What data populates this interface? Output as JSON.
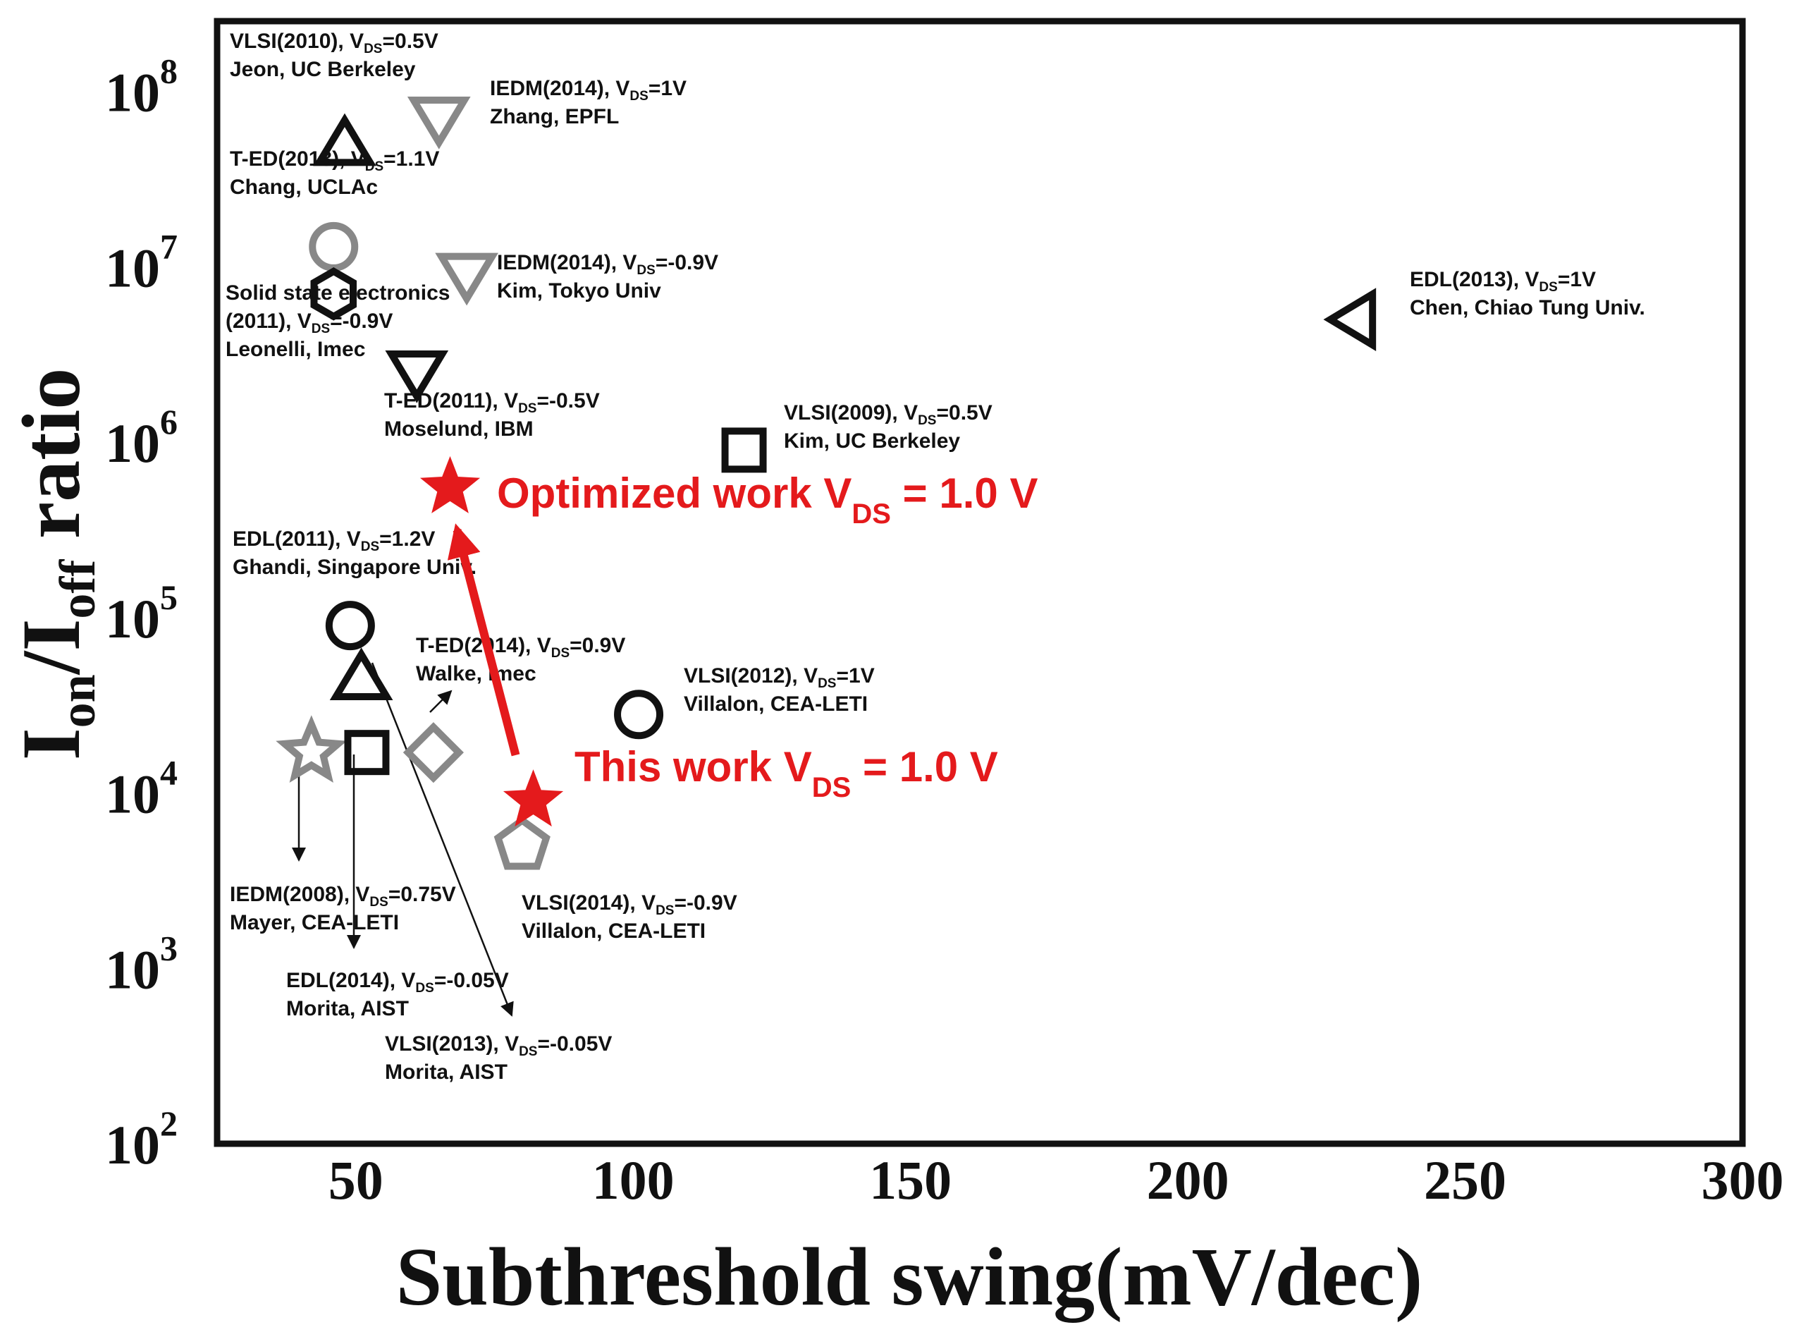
{
  "chart_data": {
    "type": "scatter",
    "xlabel": "Subthreshold swing(mV/dec)",
    "ylabel": {
      "I1": "I",
      "sub1": "on",
      "slash": "/",
      "I2": "I",
      "sub2": "off",
      "rest": " ratio"
    },
    "xlim": [
      25,
      300
    ],
    "ylim_log10": [
      2,
      8.4
    ],
    "x_ticks": [
      "50",
      "100",
      "150",
      "200",
      "250",
      "300"
    ],
    "y_ticks": [
      {
        "base": "10",
        "exp": "2"
      },
      {
        "base": "10",
        "exp": "3"
      },
      {
        "base": "10",
        "exp": "4"
      },
      {
        "base": "10",
        "exp": "5"
      },
      {
        "base": "10",
        "exp": "6"
      },
      {
        "base": "10",
        "exp": "7"
      },
      {
        "base": "10",
        "exp": "8"
      }
    ],
    "colors": {
      "black": "#111111",
      "gray": "#888888",
      "red": "#e41a1c"
    },
    "points": [
      {
        "id": "vlsi2010",
        "x": 48,
        "y": 50000000,
        "marker": "triangle-up",
        "color": "black",
        "l1": "VLSI(2010), V",
        "l1s": "DS",
        "l1e": "=0.5V",
        "l2": "Jeon, UC Berkeley"
      },
      {
        "id": "iedm2014zhang",
        "x": 65,
        "y": 70000000,
        "marker": "triangle-down",
        "color": "gray",
        "l1": "IEDM(2014), V",
        "l1s": "DS",
        "l1e": "=1V",
        "l2": "Zhang, EPFL"
      },
      {
        "id": "ted2013",
        "x": 46,
        "y": 13000000,
        "marker": "circle",
        "color": "gray",
        "l1": "T-ED(2013), V",
        "l1s": "DS",
        "l1e": "=1.1V",
        "l2": "Chang, UCLAc"
      },
      {
        "id": "sse2011",
        "x": 46,
        "y": 7000000,
        "marker": "hexagon",
        "color": "black",
        "l1": "Solid state electronics",
        "l1s": "",
        "l1e": "",
        "l2": "(2011), V",
        "l2s": "DS",
        "l2e": "=-0.9V",
        "l3": "Leonelli, Imec"
      },
      {
        "id": "iedm2014kim",
        "x": 70,
        "y": 9000000,
        "marker": "triangle-down",
        "color": "gray",
        "l1": "IEDM(2014), V",
        "l1s": "DS",
        "l1e": "=-0.9V",
        "l2": "Kim, Tokyo Univ"
      },
      {
        "id": "ted2011",
        "x": 61,
        "y": 2500000,
        "marker": "triangle-down",
        "color": "black",
        "l1": "T-ED(2011), V",
        "l1s": "DS",
        "l1e": "=-0.5V",
        "l2": "Moselund, IBM"
      },
      {
        "id": "vlsi2009",
        "x": 120,
        "y": 900000,
        "marker": "square",
        "color": "black",
        "l1": "VLSI(2009), V",
        "l1s": "DS",
        "l1e": "=0.5V",
        "l2": "Kim, UC Berkeley"
      },
      {
        "id": "edl2013",
        "x": 230,
        "y": 5000000,
        "marker": "triangle-left",
        "color": "black",
        "l1": "EDL(2013), V",
        "l1s": "DS",
        "l1e": "=1V",
        "l2": "Chen, Chiao Tung Univ."
      },
      {
        "id": "edl2011",
        "x": 49,
        "y": 90000,
        "marker": "circle",
        "color": "black",
        "l1": "EDL(2011), V",
        "l1s": "DS",
        "l1e": "=1.2V",
        "l2": "Ghandi, Singapore Univ."
      },
      {
        "id": "ted2014",
        "x": 51,
        "y": 45000,
        "marker": "triangle-up",
        "color": "black",
        "l1": "T-ED(2014), V",
        "l1s": "DS",
        "l1e": "=0.9V",
        "l2": "Walke, Imec"
      },
      {
        "id": "vlsi2012",
        "x": 101,
        "y": 28000,
        "marker": "circle",
        "color": "black",
        "l1": "VLSI(2012), V",
        "l1s": "DS",
        "l1e": "=1V",
        "l2": "Villalon, CEA-LETI"
      },
      {
        "id": "iedm2008",
        "x": 42,
        "y": 17000,
        "marker": "star",
        "color": "gray",
        "l1": "IEDM(2008), V",
        "l1s": "DS",
        "l1e": "=0.75V",
        "l2": "Mayer, CEA-LETI"
      },
      {
        "id": "edl2014",
        "x": 52,
        "y": 17000,
        "marker": "square",
        "color": "black",
        "l1": "EDL(2014), V",
        "l1s": "DS",
        "l1e": "=-0.05V",
        "l2": "Morita, AIST"
      },
      {
        "id": "vlsi2013",
        "x": 64,
        "y": 17000,
        "marker": "diamond",
        "color": "gray",
        "l1": "VLSI(2013), V",
        "l1s": "DS",
        "l1e": "=-0.05V",
        "l2": "Morita, AIST"
      },
      {
        "id": "vlsi2014",
        "x": 80,
        "y": 5000,
        "marker": "pentagon",
        "color": "gray",
        "l1": "VLSI(2014), V",
        "l1s": "DS",
        "l1e": "=-0.9V",
        "l2": "Villalon, CEA-LETI"
      }
    ],
    "this_work": {
      "x": 82,
      "y": 9000,
      "label": "This work V",
      "sub": "DS",
      "tail": " = 1.0 V"
    },
    "optimized_work": {
      "x": 67,
      "y": 550000,
      "label": "Optimized work V",
      "sub": "DS",
      "tail": " = 1.0 V"
    }
  }
}
